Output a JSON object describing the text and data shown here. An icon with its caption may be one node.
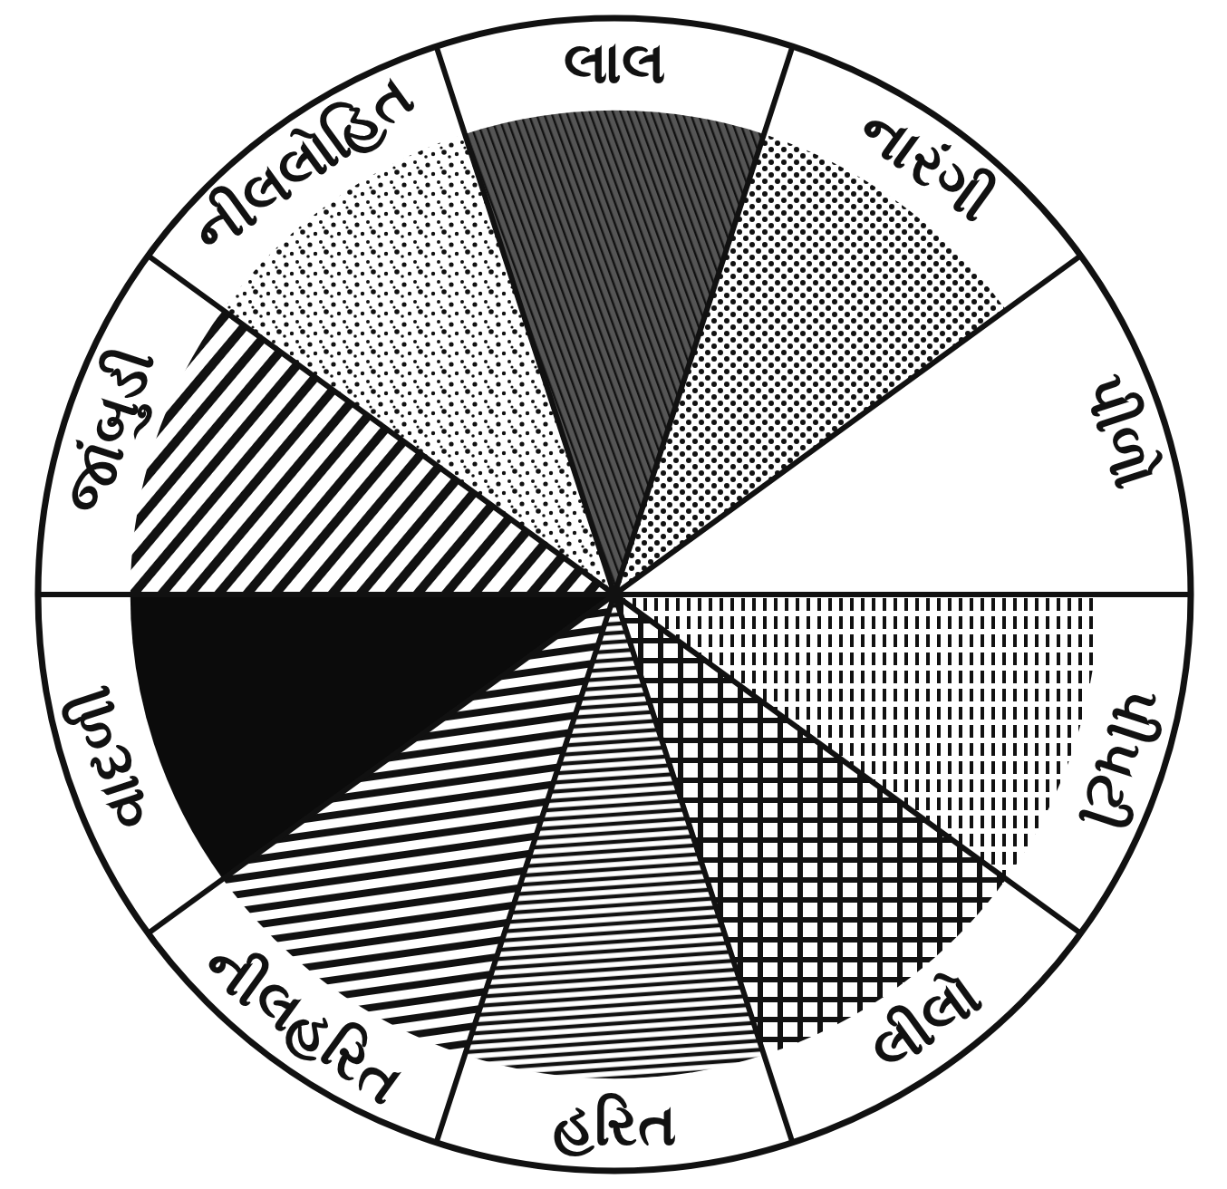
{
  "diagram": {
    "nodes": [
      {
        "text": [
          "લાલ"
        ]
      },
      {
        "text": [
          "નારંગી"
        ]
      },
      {
        "text": [
          "પીળો"
        ]
      },
      {
        "text": [
          "પીપટી"
        ]
      },
      {
        "text": [
          "લીલો"
        ]
      },
      {
        "text": [
          "હરિત"
        ]
      },
      {
        "text": [
          "નીલહરિત"
        ]
      },
      {
        "text": [
          "વાદળી"
        ]
      },
      {
        "text": [
          "જાંબુડી"
        ]
      },
      {
        "text": [
          "નીલલોહિત"
        ]
      }
    ]
  }
}
